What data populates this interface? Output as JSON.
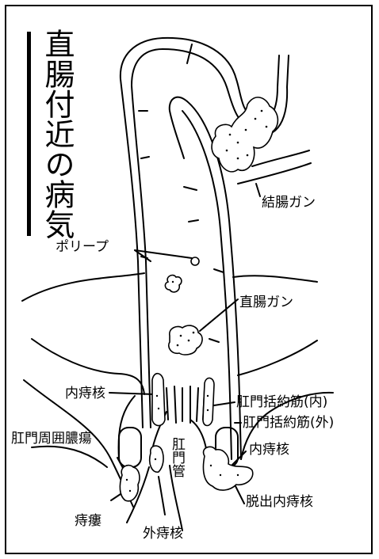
{
  "title": "直腸付近の病気",
  "labels": {
    "colon_cancer": "結腸ガン",
    "polyp": "ポリープ",
    "rectal_cancer": "直腸ガン",
    "internal_hemorrhoid_left": "内痔核",
    "sphincter_internal": "肛門括約筋(内)",
    "sphincter_external": "肛門括約筋(外)",
    "perianal_abscess": "肛門周囲膿瘍",
    "internal_hemorrhoid_right": "内痔核",
    "anal_canal": "肛門管",
    "anal_fistula": "痔瘻",
    "external_hemorrhoid": "外痔核",
    "prolapsed_hemorrhoid": "脱出内痔核"
  }
}
